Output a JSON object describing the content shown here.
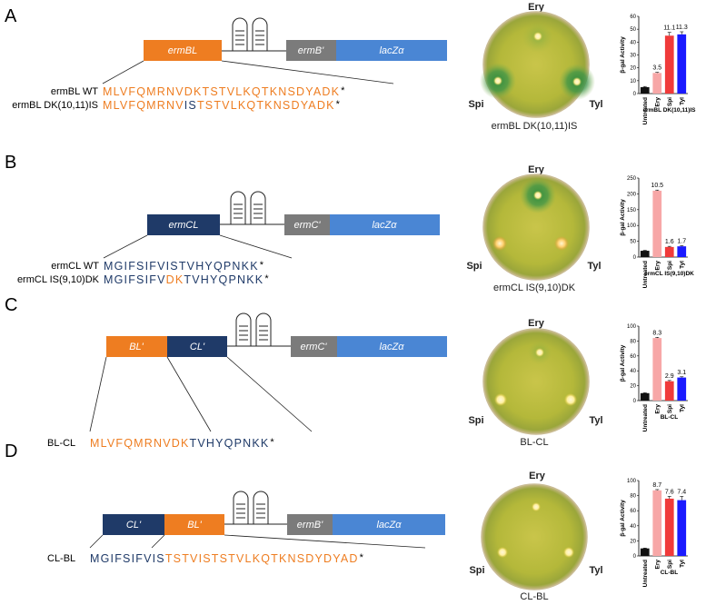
{
  "colors": {
    "orange": "#ee7d21",
    "navy": "#1f3a68",
    "gray": "#7b7b7b",
    "blue": "#4a86d4",
    "black": "#111111",
    "pink": "#f7a7a7",
    "red": "#f03a3a",
    "bar_blue": "#1a1aff"
  },
  "panels": [
    {
      "letter": "A",
      "genes": [
        "ermBL",
        "ermB'",
        "lacZα"
      ],
      "rows": [
        {
          "label": "ermBL WT",
          "segments": [
            {
              "text": "MLVFQMRNVDKTSTVLKQTKNSDYADK",
              "color": "orange"
            }
          ],
          "stop": "*"
        },
        {
          "label": "ermBL DK(10,11)IS",
          "segments": [
            {
              "text": "MLVFQMRNV",
              "color": "orange"
            },
            {
              "text": "IS",
              "color": "navy"
            },
            {
              "text": "TSTVLKQTKNSDYADK",
              "color": "orange"
            }
          ],
          "stop": "*"
        }
      ],
      "plate": {
        "top": "Ery",
        "left": "Spi",
        "right": "Tyl",
        "caption": "ermBL DK(10,11)IS"
      }
    },
    {
      "letter": "B",
      "genes": [
        "ermCL",
        "ermC'",
        "lacZα"
      ],
      "rows": [
        {
          "label": "ermCL WT",
          "segments": [
            {
              "text": "MGIFSIFVISTVHYQPNKK",
              "color": "navy"
            }
          ],
          "stop": "*"
        },
        {
          "label": "ermCL IS(9,10)DK",
          "segments": [
            {
              "text": "MGIFSIFV",
              "color": "navy"
            },
            {
              "text": "DK",
              "color": "orange"
            },
            {
              "text": "TVHYQPNKK",
              "color": "navy"
            }
          ],
          "stop": "*"
        }
      ],
      "plate": {
        "top": "Ery",
        "left": "Spi",
        "right": "Tyl",
        "caption": "ermCL IS(9,10)DK"
      }
    },
    {
      "letter": "C",
      "genes": [
        "BL'",
        "CL'",
        "ermC'",
        "lacZα"
      ],
      "rows": [
        {
          "label": "BL-CL",
          "segments": [
            {
              "text": "MLVFQMRNVDK",
              "color": "orange"
            },
            {
              "text": "TVHYQPNKK",
              "color": "navy"
            }
          ],
          "stop": "*"
        }
      ],
      "plate": {
        "top": "Ery",
        "left": "Spi",
        "right": "Tyl",
        "caption": "BL-CL"
      }
    },
    {
      "letter": "D",
      "genes": [
        "CL'",
        "BL'",
        "ermB'",
        "lacZα"
      ],
      "rows": [
        {
          "label": "CL-BL",
          "segments": [
            {
              "text": "MGIFSIFVIS",
              "color": "navy"
            },
            {
              "text": "TSTVISTSTVLKQTKNSDYDYAD",
              "color": "orange"
            }
          ],
          "stop": "*"
        }
      ],
      "plate": {
        "top": "Ery",
        "left": "Spi",
        "right": "Tyl",
        "caption": "CL-BL"
      }
    }
  ],
  "chart_data": [
    {
      "type": "bar",
      "categories": [
        "Untreated",
        "Ery",
        "Spi",
        "Tyl"
      ],
      "values": [
        5,
        16,
        45,
        46
      ],
      "errors": [
        0.5,
        0.5,
        2.5,
        2
      ],
      "labels": [
        "",
        "3.5",
        "11.1",
        "11.3"
      ],
      "ylabel": "β-gal Activity",
      "xlabel": "ermBL DK(10,11)IS",
      "ylim": [
        0,
        60
      ],
      "yticks": [
        0,
        10,
        20,
        30,
        40,
        50,
        60
      ],
      "bar_colors": [
        "black",
        "pink",
        "red",
        "bar_blue"
      ]
    },
    {
      "type": "bar",
      "categories": [
        "Untreated",
        "Ery",
        "Spi",
        "Tyl"
      ],
      "values": [
        20,
        210,
        32,
        34
      ],
      "errors": [
        1,
        2,
        2,
        2
      ],
      "labels": [
        "",
        "10.5",
        "1.6",
        "1.7"
      ],
      "ylabel": "β-gal Activity",
      "xlabel": "ermCL IS(9,10)DK",
      "ylim": [
        0,
        250
      ],
      "yticks": [
        0,
        50,
        100,
        150,
        200,
        250
      ],
      "bar_colors": [
        "black",
        "pink",
        "red",
        "bar_blue"
      ]
    },
    {
      "type": "bar",
      "categories": [
        "Untreated",
        "Ery",
        "Spi",
        "Tyl"
      ],
      "values": [
        10,
        84,
        26,
        31
      ],
      "errors": [
        0.5,
        1,
        1,
        1
      ],
      "labels": [
        "",
        "8.3",
        "2.9",
        "3.1"
      ],
      "ylabel": "β-gal Activity",
      "xlabel": "BL-CL",
      "ylim": [
        0,
        100
      ],
      "yticks": [
        0,
        20,
        40,
        60,
        80,
        100
      ],
      "bar_colors": [
        "black",
        "pink",
        "red",
        "bar_blue"
      ]
    },
    {
      "type": "bar",
      "categories": [
        "Untreated",
        "Ery",
        "Spi",
        "Tyl"
      ],
      "values": [
        10,
        87,
        76,
        74
      ],
      "errors": [
        0.5,
        1,
        3,
        5
      ],
      "labels": [
        "",
        "8.7",
        "7.6",
        "7.4"
      ],
      "ylabel": "β-gal Activity",
      "xlabel": "CL-BL",
      "ylim": [
        0,
        100
      ],
      "yticks": [
        0,
        20,
        40,
        60,
        80,
        100
      ],
      "bar_colors": [
        "black",
        "pink",
        "red",
        "bar_blue"
      ]
    }
  ]
}
